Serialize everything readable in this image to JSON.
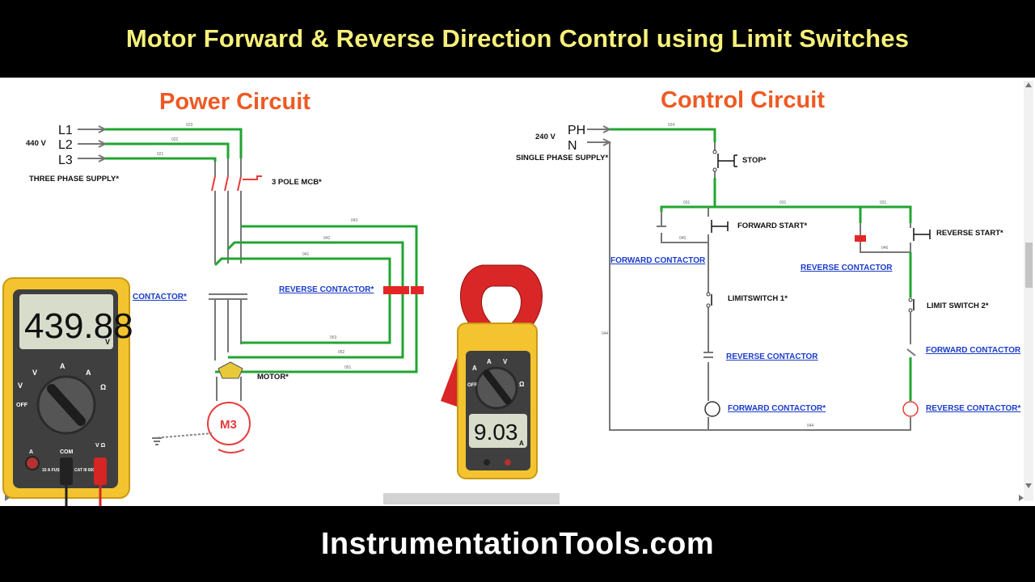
{
  "header": {
    "title": "Motor Forward & Reverse Direction Control using Limit Switches"
  },
  "footer": {
    "site": "InstrumentationTools.com"
  },
  "power": {
    "title": "Power Circuit",
    "l1": "L1",
    "l2": "L2",
    "l3": "L3",
    "voltage": "440 V",
    "supply": "THREE PHASE SUPPLY*",
    "mcb": "3 POLE MCB*",
    "fwd_contactor": "CONTACTOR*",
    "rev_contactor": "REVERSE CONTACTOR*",
    "motor": "MOTOR*",
    "wires": [
      "023",
      "022",
      "021",
      "043",
      "042",
      "041",
      "053",
      "052",
      "051"
    ]
  },
  "control": {
    "title": "Control Circuit",
    "ph": "PH",
    "n": "N",
    "voltage": "240 V",
    "supply": "SINGLE PHASE SUPPLY*",
    "stop": "STOP*",
    "fwd_start": "FORWARD START*",
    "rev_start": "REVERSE START*",
    "fwd_contactor_aux": "FORWARD CONTACTOR",
    "rev_contactor_aux": "REVERSE CONTACTOR",
    "limit1": "LIMITSWITCH 1*",
    "limit2": "LIMIT SWITCH 2*",
    "rev_interlock": "REVERSE CONTACTOR",
    "fwd_interlock": "FORWARD CONTACTOR",
    "fwd_coil": "FORWARD CONTACTOR*",
    "rev_coil": "REVERSE CONTACTOR*",
    "wires": [
      "024",
      "031",
      "031",
      "044",
      "045",
      "046"
    ]
  },
  "multimeter": {
    "reading": "439.88",
    "unit": "V",
    "dial_labels": [
      "A",
      "V",
      "V",
      "OFF",
      "A",
      "Ω"
    ],
    "com": "COM",
    "a_jack": "A",
    "fused": "10 A FUSED",
    "cat": "CAT III 600 V",
    "vohm": "V Ω"
  },
  "clamp_meter": {
    "reading": "9.03",
    "unit": "A",
    "dial_labels": [
      "A",
      "A",
      "V",
      "OFF",
      "Ω"
    ]
  },
  "colors": {
    "live_wire": "#21a531",
    "neutral_wire": "#777777",
    "title": "#f7f17a",
    "section_title": "#ee5a24",
    "link": "#1a3cc9"
  }
}
